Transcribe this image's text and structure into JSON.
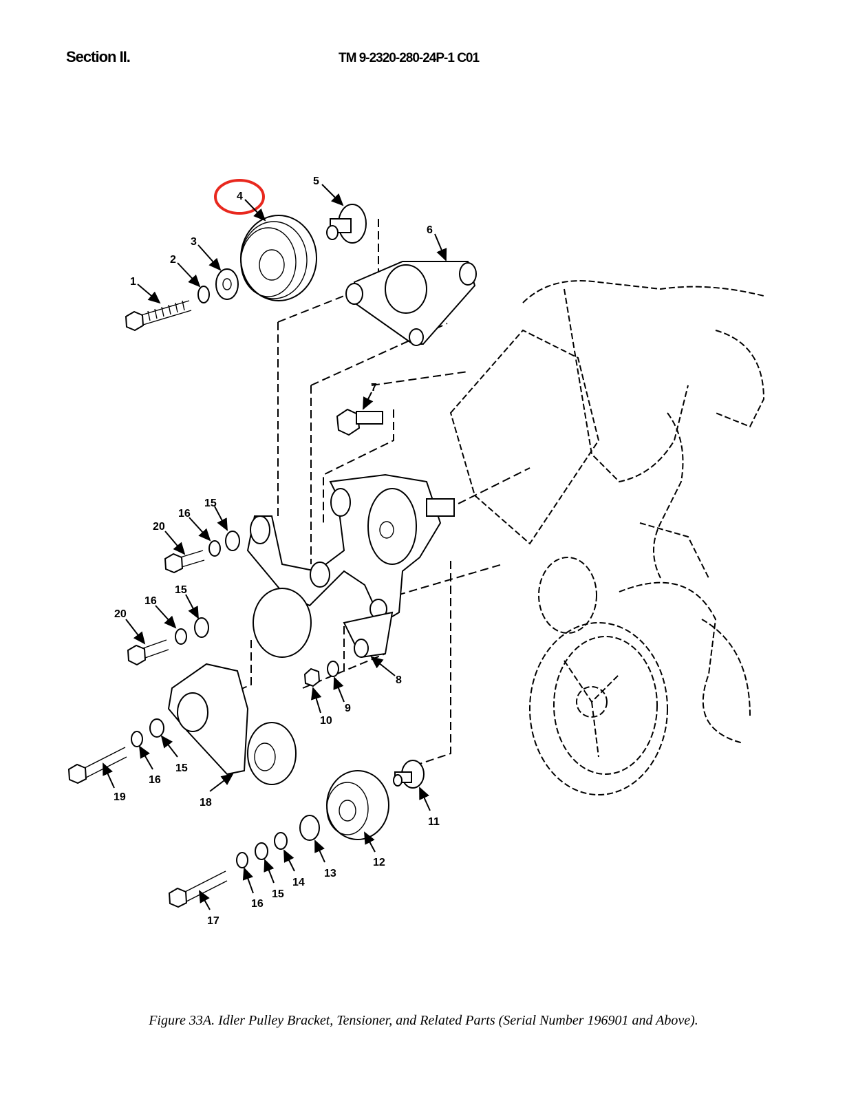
{
  "header": {
    "section": "Section II.",
    "tm_number": "TM 9-2320-280-24P-1   C01"
  },
  "figure": {
    "caption": "Figure 33A. Idler Pulley Bracket, Tensioner, and Related Parts (Serial Number 196901 and Above).",
    "highlight_color": "#e8281e",
    "highlighted_item": "4",
    "callouts": [
      "1",
      "2",
      "3",
      "4",
      "5",
      "6",
      "7",
      "15",
      "16",
      "20",
      "16",
      "15",
      "20",
      "8",
      "9",
      "10",
      "16",
      "15",
      "19",
      "18",
      "11",
      "12",
      "13",
      "14",
      "15",
      "16",
      "17"
    ]
  }
}
